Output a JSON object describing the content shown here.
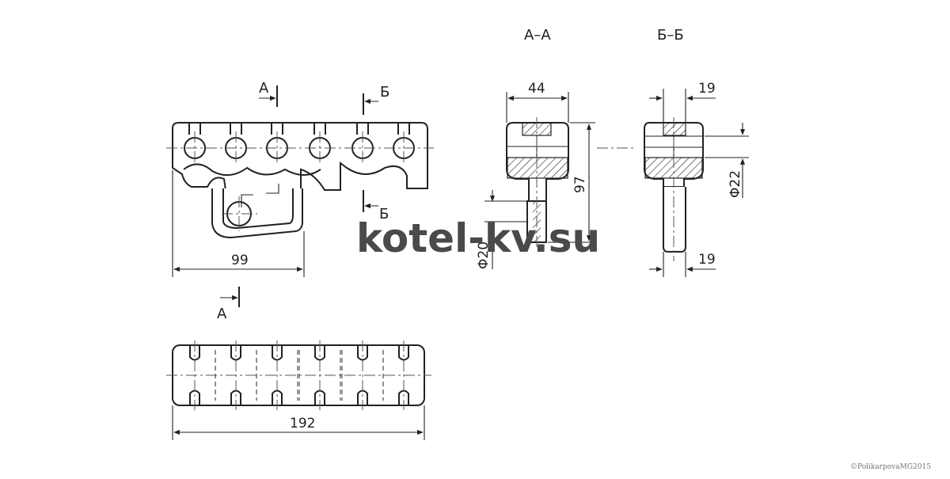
{
  "watermark": "kotel-kv.su",
  "copyright": "©PolikarpovaMG2015",
  "section_labels": {
    "aa_title": "А–А",
    "bb_title": "Б–Б",
    "a_top": "А",
    "a_bottom": "А",
    "b_top": "Б",
    "b_bottom": "Б"
  },
  "dimensions": {
    "front_width": "99",
    "plan_length": "192",
    "aa_width": "44",
    "aa_height": "97",
    "aa_diameter": "Φ20",
    "bb_top_width": "19",
    "bb_diameter": "Φ22",
    "bb_stem_width": "19"
  }
}
